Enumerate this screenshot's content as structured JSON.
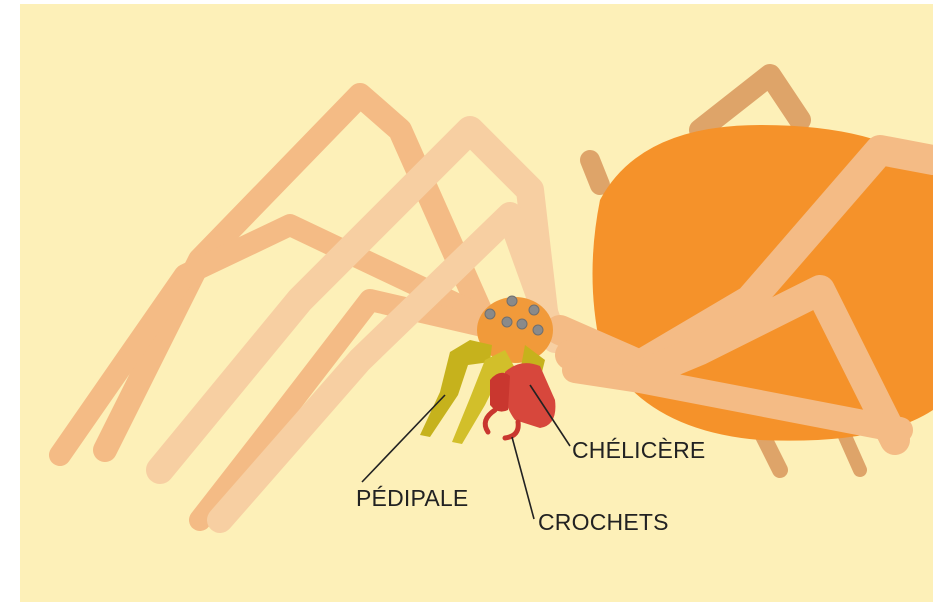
{
  "labels": {
    "chelicere": "CHÉLICÈRE",
    "pedipale": "PÉDIPALE",
    "crochets": "CROCHETS"
  },
  "colors": {
    "background": "#fdf0b8",
    "abdomen": "#f5922a",
    "cephalothorax": "#f19a3a",
    "leg_light": "#f7cfa2",
    "leg_mid": "#f4bb85",
    "leg_dark": "#dea469",
    "pedipalp": "#c6b21c",
    "chelicera": "#d7473c",
    "fang": "#c9372f",
    "eye": "#8a8a8a"
  }
}
